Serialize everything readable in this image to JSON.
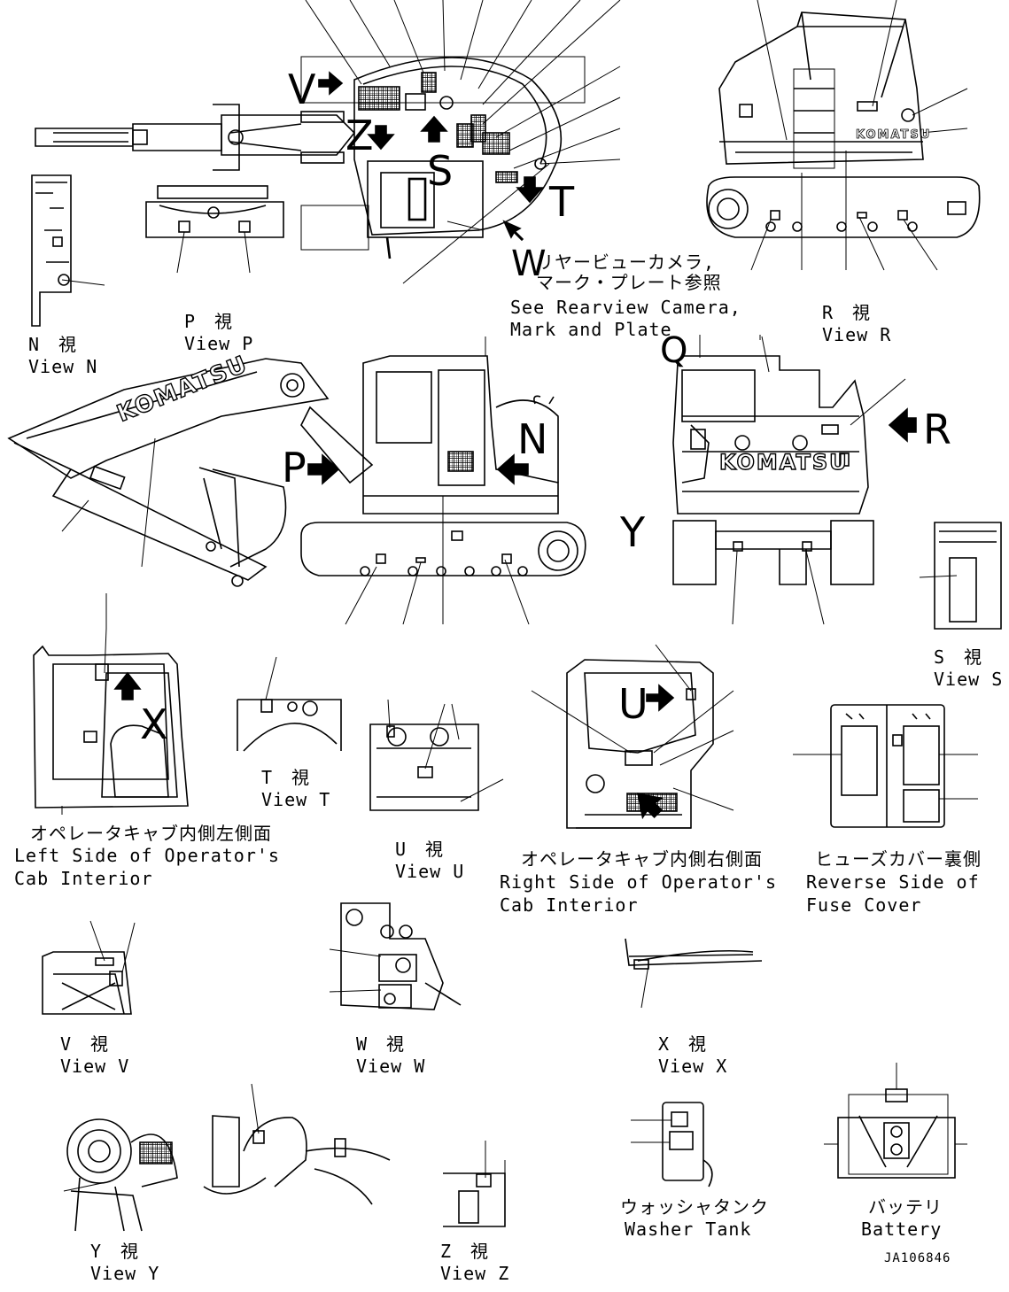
{
  "diagram": {
    "brand": "KOMATSU",
    "drawing_code": "JA106846",
    "view_letters": [
      "V",
      "Z",
      "S",
      "T",
      "W",
      "P",
      "N",
      "Q",
      "R",
      "Y",
      "X",
      "U"
    ],
    "views": {
      "n": {
        "ja": "N　視",
        "en": "View N"
      },
      "p": {
        "ja": "P　視",
        "en": "View P"
      },
      "r": {
        "ja": "R　視",
        "en": "View R"
      },
      "s": {
        "ja": "S　視",
        "en": "View S"
      },
      "t": {
        "ja": "T　視",
        "en": "View T"
      },
      "u": {
        "ja": "U　視",
        "en": "View U"
      },
      "v": {
        "ja": "V　視",
        "en": "View V"
      },
      "w": {
        "ja": "W　視",
        "en": "View W"
      },
      "x": {
        "ja": "X　視",
        "en": "View X"
      },
      "y": {
        "ja": "Y　視",
        "en": "View Y"
      },
      "z": {
        "ja": "Z　視",
        "en": "View Z"
      }
    },
    "notes": {
      "rearview": {
        "ja1": "リヤービューカメラ,",
        "ja2": "マーク・プレート参照",
        "en1": "See Rearview Camera,",
        "en2": "Mark and Plate"
      },
      "cab_left": {
        "ja": "オペレータキャブ内側左側面",
        "en1": "Left Side of Operator's",
        "en2": "Cab Interior"
      },
      "cab_right": {
        "ja": "オペレータキャブ内側右側面",
        "en1": "Right Side of Operator's",
        "en2": "Cab Interior"
      },
      "fuse_cover": {
        "ja": "ヒューズカバー裏側",
        "en1": "Reverse Side of",
        "en2": "Fuse Cover"
      },
      "washer_tank": {
        "ja": "ウォッシャタンク",
        "en": "Washer Tank"
      },
      "battery": {
        "ja": "バッテリ",
        "en": "Battery"
      }
    }
  }
}
